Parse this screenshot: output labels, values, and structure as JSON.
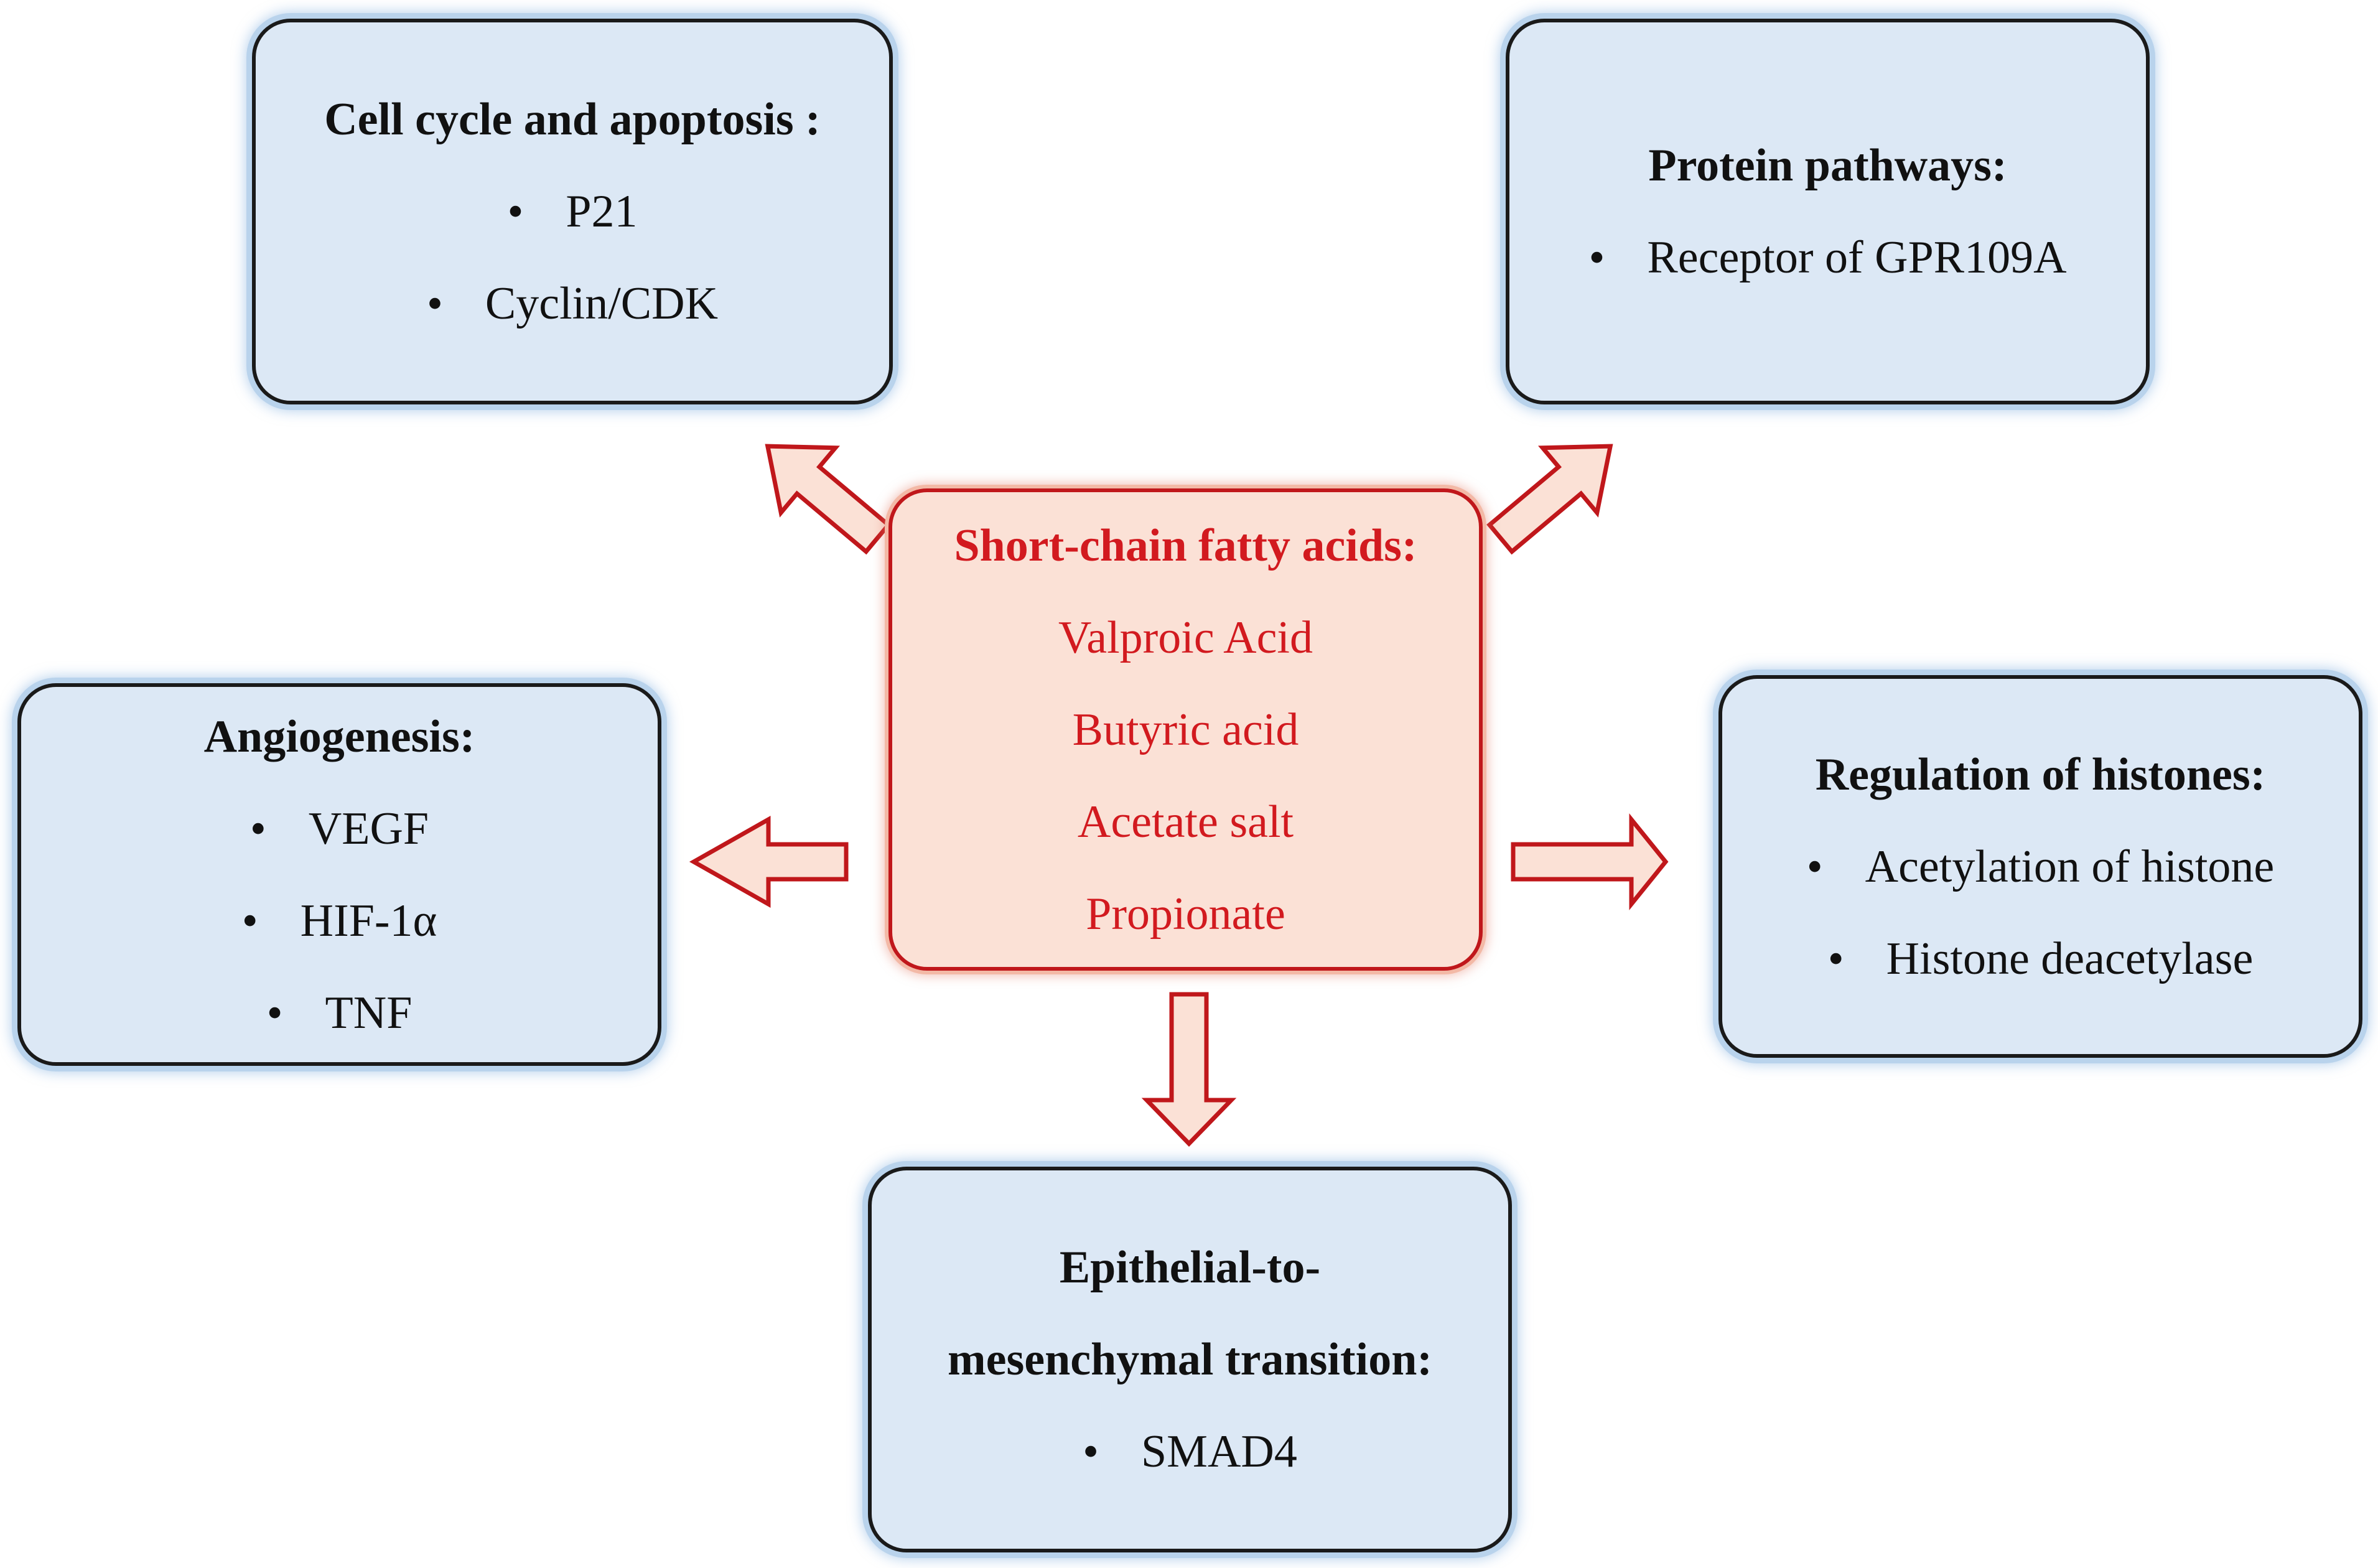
{
  "center": {
    "title": "Short-chain fatty acids:",
    "items": [
      "Valproic Acid",
      "Butyric acid",
      "Acetate salt",
      "Propionate"
    ]
  },
  "cell_cycle": {
    "title": "Cell cycle and apoptosis :",
    "items": [
      "P21",
      "Cyclin/CDK"
    ]
  },
  "protein": {
    "title": "Protein pathways:",
    "items": [
      "Receptor of GPR109A"
    ]
  },
  "angiogenesis": {
    "title": "Angiogenesis:",
    "items": [
      "VEGF",
      "HIF-1α",
      "TNF"
    ]
  },
  "histones": {
    "title": "Regulation of histones:",
    "items": [
      "Acetylation of histone",
      "Histone deacetylase"
    ]
  },
  "emt": {
    "title_lines": [
      "Epithelial-to-",
      "mesenchymal transition:"
    ],
    "items": [
      "SMAD4"
    ]
  },
  "bullet_glyph": "•",
  "colors": {
    "outer_fill": "#dce8f5",
    "center_fill": "#fbe1d6",
    "center_text": "#d21a1f",
    "arrow_stroke": "#c0171b",
    "arrow_fill": "#fbe1d6"
  }
}
